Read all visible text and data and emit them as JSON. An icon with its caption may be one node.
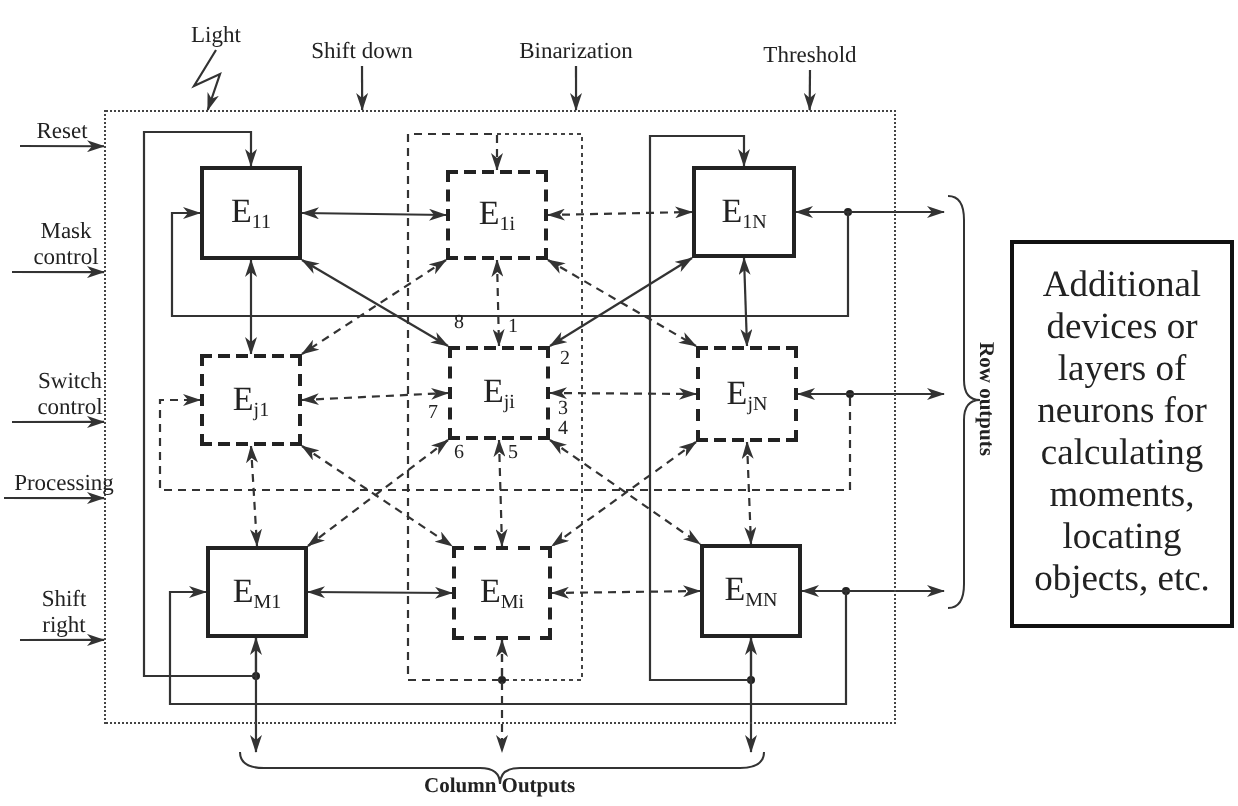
{
  "diagram": {
    "nodes": [
      {
        "text": [
          "Light"
        ]
      },
      {
        "text": [
          "Shift down"
        ]
      },
      {
        "text": [
          "Binarization"
        ]
      },
      {
        "text": [
          "Threshold"
        ]
      },
      {
        "text": [],
        "shape": "box"
      },
      {
        "text": [
          "E$_{11}$"
        ],
        "in": 4
      },
      {
        "text": [
          "E$_{1i}$"
        ],
        "in": 4
      },
      {
        "text": [
          "E$_{1N}$"
        ],
        "in": 4
      },
      {
        "text": [
          "E$_{j1}$"
        ],
        "in": 4
      },
      {
        "text": [
          "E$_{ji}$"
        ],
        "in": 4
      },
      {
        "text": [
          "E$_{jN}$"
        ],
        "in": 4
      },
      {
        "text": [
          "E$_{M1}$"
        ],
        "in": 4
      },
      {
        "text": [
          "E$_{Mi}$"
        ],
        "in": 4
      },
      {
        "text": [
          "E$_{MN}$"
        ],
        "in": 4
      },
      {
        "text": [
          "Reset"
        ]
      },
      {
        "text": [
          "Mask control"
        ]
      },
      {
        "text": [
          "Switch control"
        ]
      },
      {
        "text": [
          "Processing"
        ]
      },
      {
        "text": [
          "Shift right"
        ]
      },
      {
        "text": [
          "Row outputs"
        ]
      },
      {
        "text": [
          "Additional devices or layers of neurons for calculating moments, locating objects, etc."
        ]
      },
      {
        "text": [
          "Column Outputs"
        ]
      }
    ],
    "edges": [
      {
        "from": 0,
        "to": 4,
        "arrow": "to"
      },
      {
        "from": 1,
        "to": 4,
        "arrow": "to"
      },
      {
        "from": 2,
        "to": 4,
        "arrow": "to"
      },
      {
        "from": 3,
        "to": 4,
        "arrow": "to"
      },
      {
        "from": 14,
        "to": 4,
        "arrow": "to"
      },
      {
        "from": 15,
        "to": 4,
        "arrow": "to"
      },
      {
        "from": 16,
        "to": 4,
        "arrow": "to"
      },
      {
        "from": 17,
        "to": 4,
        "arrow": "to"
      },
      {
        "from": 18,
        "to": 4,
        "arrow": "to"
      },
      {
        "from": 5,
        "to": 6,
        "arrow": "both"
      },
      {
        "from": 5,
        "to": 8,
        "arrow": "both"
      },
      {
        "from": 5,
        "to": 9,
        "arrow": "both"
      },
      {
        "from": 6,
        "to": 7,
        "arrow": "both",
        "style": "dashed"
      },
      {
        "from": 7,
        "to": 9,
        "arrow": "both"
      },
      {
        "from": 7,
        "to": 10,
        "arrow": "both"
      },
      {
        "from": 6,
        "to": 9,
        "arrow": "both",
        "style": "dashed"
      },
      {
        "from": 6,
        "to": 8,
        "arrow": "both",
        "style": "dashed"
      },
      {
        "from": 6,
        "to": 10,
        "arrow": "both",
        "style": "dashed"
      },
      {
        "from": 8,
        "to": 9,
        "arrow": "both",
        "style": "dashed"
      },
      {
        "from": 9,
        "to": 10,
        "arrow": "both",
        "style": "dashed"
      },
      {
        "from": 8,
        "to": 11,
        "arrow": "both",
        "style": "dashed"
      },
      {
        "from": 8,
        "to": 12,
        "arrow": "both",
        "style": "dashed"
      },
      {
        "from": 9,
        "to": 11,
        "arrow": "both",
        "style": "dashed"
      },
      {
        "from": 9,
        "to": 12,
        "arrow": "both",
        "style": "dashed"
      },
      {
        "from": 9,
        "to": 13,
        "arrow": "both",
        "style": "dashed"
      },
      {
        "from": 10,
        "to": 12,
        "arrow": "both",
        "style": "dashed"
      },
      {
        "from": 10,
        "to": 13,
        "arrow": "both",
        "style": "dashed"
      },
      {
        "from": 11,
        "to": 12,
        "arrow": "both"
      },
      {
        "from": 12,
        "to": 13,
        "arrow": "both",
        "style": "dashed"
      },
      {
        "from": 11,
        "to": 5,
        "arrow": "to"
      },
      {
        "from": 12,
        "to": 6,
        "arrow": "to",
        "style": "dashed"
      },
      {
        "from": 13,
        "to": 7,
        "arrow": "to"
      },
      {
        "from": 7,
        "to": 5,
        "arrow": "to"
      },
      {
        "from": 10,
        "to": 8,
        "arrow": "to",
        "style": "dashed"
      },
      {
        "from": 13,
        "to": 11,
        "arrow": "to"
      },
      {
        "from": 7,
        "to": 19,
        "arrow": "both"
      },
      {
        "from": 10,
        "to": 19,
        "arrow": "both"
      },
      {
        "from": 13,
        "to": 19,
        "arrow": "both"
      },
      {
        "from": 11,
        "to": 21,
        "arrow": "both"
      },
      {
        "from": 12,
        "to": 21,
        "arrow": "both",
        "style": "dashed"
      },
      {
        "from": 13,
        "to": 21,
        "arrow": "both"
      }
    ],
    "labels": [
      "8",
      "1",
      "2",
      "7",
      "3",
      "4",
      "6",
      "5"
    ]
  }
}
